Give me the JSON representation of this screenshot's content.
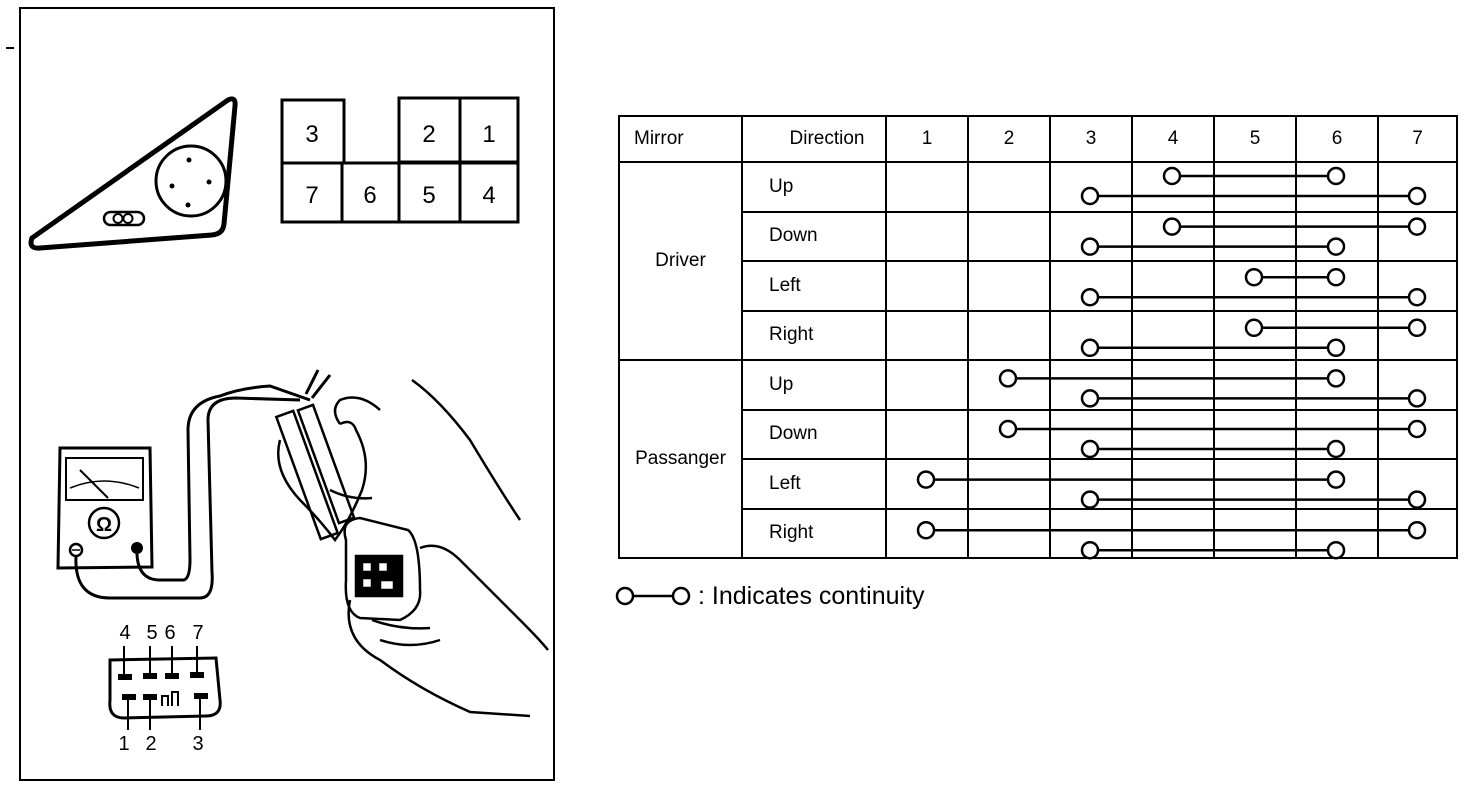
{
  "connector_face_labels": [
    "3",
    "2",
    "1",
    "7",
    "6",
    "5",
    "4"
  ],
  "plug_top_labels": [
    "4",
    "5",
    "6",
    "7"
  ],
  "plug_bottom_labels": [
    "1",
    "2",
    "3"
  ],
  "multimeter_symbol": "Ω",
  "table": {
    "headers": [
      "Mirror",
      "Direction",
      "1",
      "2",
      "3",
      "4",
      "5",
      "6",
      "7"
    ],
    "groups": [
      {
        "mirror": "Driver",
        "rows": [
          {
            "direction": "Up",
            "links": [
              [
                4,
                6
              ],
              [
                3,
                7
              ]
            ]
          },
          {
            "direction": "Down",
            "links": [
              [
                4,
                7
              ],
              [
                3,
                6
              ]
            ]
          },
          {
            "direction": "Left",
            "links": [
              [
                5,
                6
              ],
              [
                3,
                7
              ]
            ]
          },
          {
            "direction": "Right",
            "links": [
              [
                5,
                7
              ],
              [
                3,
                6
              ]
            ]
          }
        ]
      },
      {
        "mirror": "Passanger",
        "rows": [
          {
            "direction": "Up",
            "links": [
              [
                2,
                6
              ],
              [
                3,
                7
              ]
            ]
          },
          {
            "direction": "Down",
            "links": [
              [
                2,
                7
              ],
              [
                3,
                6
              ]
            ]
          },
          {
            "direction": "Left",
            "links": [
              [
                1,
                6
              ],
              [
                3,
                7
              ]
            ]
          },
          {
            "direction": "Right",
            "links": [
              [
                1,
                7
              ],
              [
                3,
                6
              ]
            ]
          }
        ]
      }
    ]
  },
  "legend": {
    "text": ": Indicates continuity"
  }
}
